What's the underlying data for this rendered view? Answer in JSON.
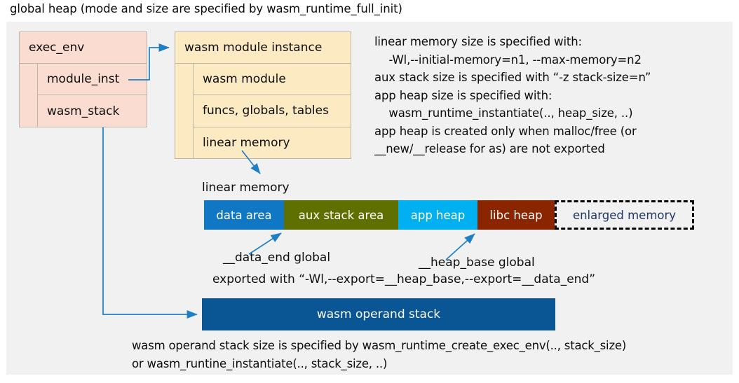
{
  "title": "global heap (mode and size are specified by wasm_runtime_full_init)",
  "colors": {
    "panel_bg": "#f1f1f1",
    "exec_env_fill": "#fadcd0",
    "module_inst_fill": "#fceac3",
    "box_stroke": "#bdb7ab",
    "connector": "#1f7fc4",
    "data_area": "#0f77c4",
    "aux_stack_area": "#5f7000",
    "app_heap": "#00b0f0",
    "libc_heap": "#8b2500",
    "enlarged_memory_text": "#1f3864",
    "operand_stack": "#0a5694"
  },
  "exec_env": {
    "header": "exec_env",
    "rows": [
      {
        "label": "module_inst"
      },
      {
        "label": "wasm_stack"
      }
    ]
  },
  "module_instance": {
    "header": "wasm module instance",
    "rows": [
      {
        "label": "wasm module"
      },
      {
        "label": "funcs, globals, tables"
      },
      {
        "label": "linear memory"
      }
    ]
  },
  "notes": {
    "text": "linear memory size is specified with:\n    -Wl,--initial-memory=n1, --max-memory=n2\naux stack size is specified with “-z stack-size=n”\napp heap size is specified with:\n    wasm_runtime_instantiate(.., heap_size, ..)\napp heap is created only when malloc/free (or\n__new/__release for as) are not exported"
  },
  "linear_memory": {
    "label": "linear memory",
    "segments": [
      {
        "label": "data area",
        "width": 114,
        "fill": "#0f77c4",
        "text_color": "#ffffff",
        "dashed": false
      },
      {
        "label": "aux stack area",
        "width": 163,
        "fill": "#5f7000",
        "text_color": "#ffffff",
        "dashed": false
      },
      {
        "label": "app heap",
        "width": 113,
        "fill": "#00b0f0",
        "text_color": "#ffffff",
        "dashed": false
      },
      {
        "label": "libc heap",
        "width": 110,
        "fill": "#8b2500",
        "text_color": "#ffffff",
        "dashed": false
      },
      {
        "label": "enlarged memory",
        "width": 199,
        "fill": "#f1f1f1",
        "text_color": "#1f3864",
        "dashed": true
      }
    ]
  },
  "callouts": {
    "data_end": "__data_end global",
    "heap_base": "__heap_base global",
    "exported_with": "exported with “-Wl,--export=__heap_base,--export=__data_end”"
  },
  "operand_stack": {
    "label": "wasm operand stack",
    "note": "wasm operand stack size is specified by wasm_runtime_create_exec_env(.., stack_size)\nor wasm_runtine_instantiate(.., stack_size, ..)"
  }
}
